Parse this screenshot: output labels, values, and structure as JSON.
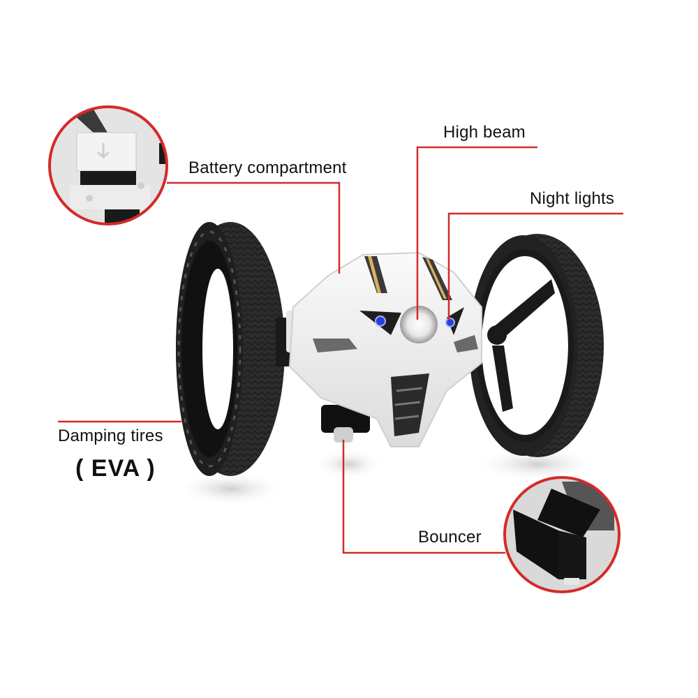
{
  "callouts": {
    "battery": {
      "label": "Battery compartment"
    },
    "high_beam": {
      "label": "High beam"
    },
    "night_lights": {
      "label": "Night lights"
    },
    "damping_tires": {
      "label": "Damping tires",
      "sub_label": "( EVA )"
    },
    "bouncer": {
      "label": "Bouncer"
    }
  },
  "colors": {
    "callout_line": "#d42a2a",
    "tire": "#2a2a2a",
    "body": "#f2f2f2",
    "led": "#2a3fd6"
  }
}
